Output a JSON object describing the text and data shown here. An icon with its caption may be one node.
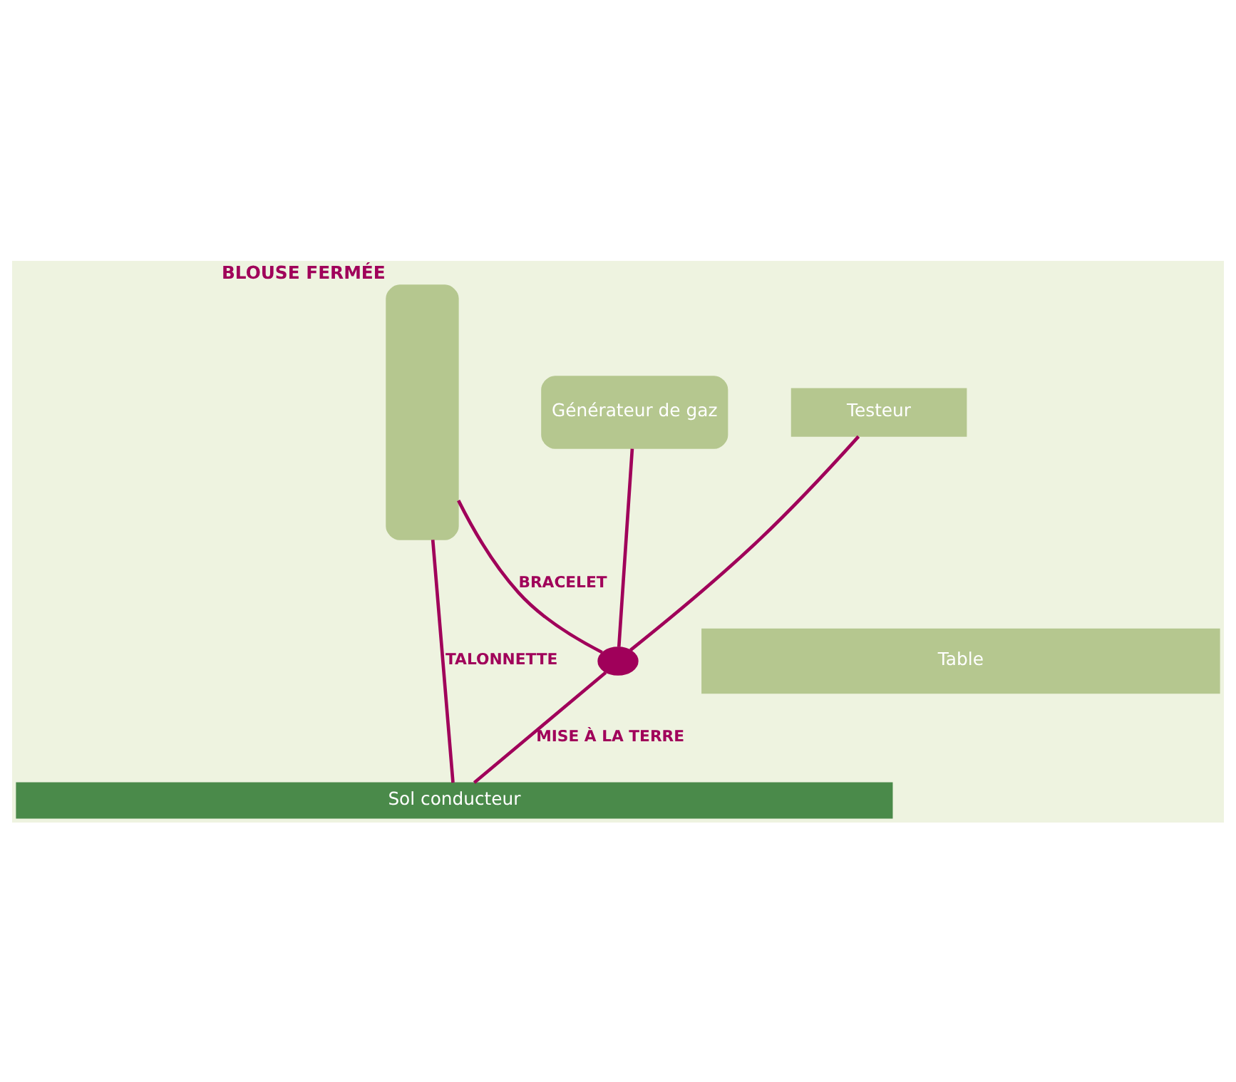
{
  "diagram": {
    "nodes": [
      {
        "text": [],
        "shape": "person",
        "beside": [
          "BLOUSE FERMÉE"
        ]
      },
      {
        "text": [
          "Générateur de gaz"
        ]
      },
      {
        "text": [
          "Testeur"
        ]
      },
      {
        "text": [],
        "shape": "circle"
      },
      {
        "text": [
          "Table"
        ]
      },
      {
        "text": [
          "Sol conducteur"
        ]
      }
    ],
    "edges": [
      {
        "from": 0,
        "to": 3,
        "arrow": "none",
        "label": "BRACELET"
      },
      {
        "from": 1,
        "to": 3,
        "arrow": "none"
      },
      {
        "from": 2,
        "to": 3,
        "arrow": "none"
      },
      {
        "from": 3,
        "to": 5,
        "arrow": "none",
        "label": "MISE À LA TERRE"
      },
      {
        "from": 0,
        "to": 5,
        "arrow": "none",
        "label": "TALONNETTE"
      }
    ]
  }
}
